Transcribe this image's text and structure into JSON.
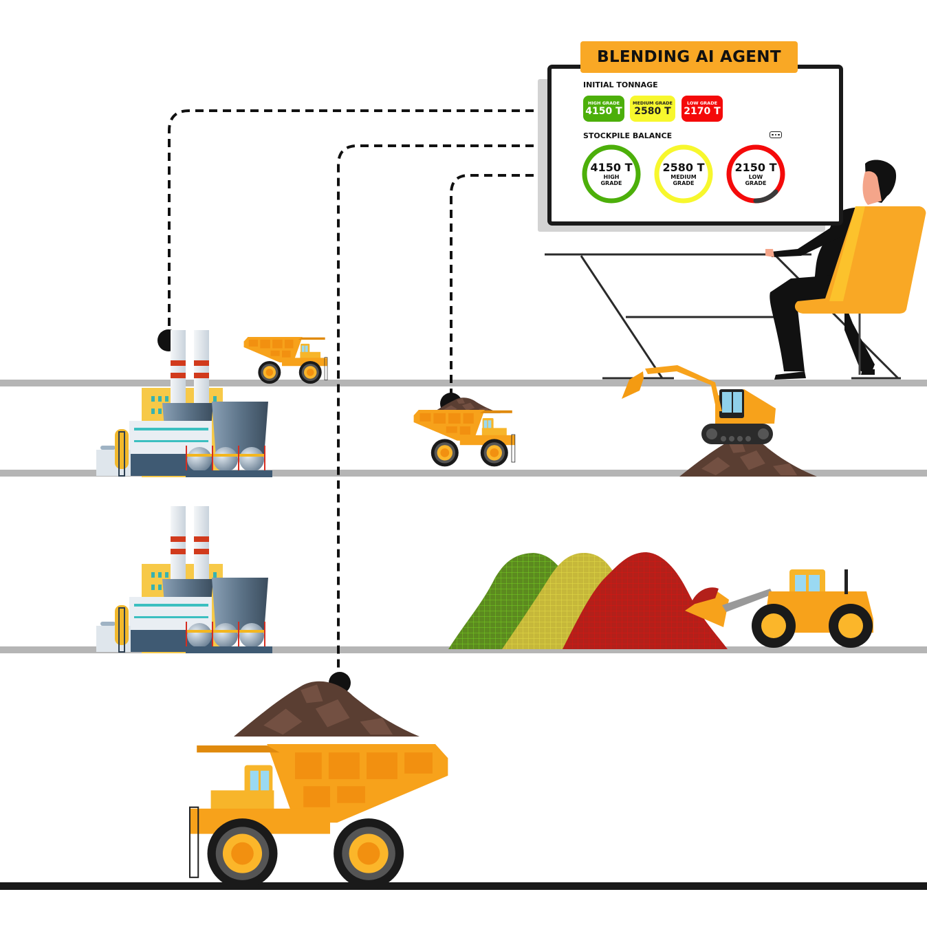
{
  "dashboard": {
    "title": "BLENDING AI AGENT",
    "initial_tonnage": {
      "label": "INITIAL TONNAGE",
      "pills": [
        {
          "grade": "HIGH GRADE",
          "value": "4150 T",
          "bg": "#4caf0a",
          "fg": "#ffffff"
        },
        {
          "grade": "MEDIUM GRADE",
          "value": "2580 T",
          "bg": "#f7f72d",
          "fg": "#222222"
        },
        {
          "grade": "LOW GRADE",
          "value": "2170 T",
          "bg": "#f40a0a",
          "fg": "#ffffff"
        }
      ]
    },
    "stockpile_balance": {
      "label": "STOCKPILE BALANCE",
      "menu_icon": "ellipsis-icon",
      "rings": [
        {
          "value": "4150 T",
          "line1": "HIGH",
          "line2": "GRADE",
          "color": "#4caf0a"
        },
        {
          "value": "2580 T",
          "line1": "MEDIUM",
          "line2": "GRADE",
          "color": "#f7f72d"
        },
        {
          "value": "2150 T",
          "line1": "LOW",
          "line2": "GRADE",
          "color": "#f40a0a",
          "depleted_color": "#3a3a3a"
        }
      ]
    }
  },
  "scene": {
    "accent_yellow": "#f9a825",
    "ground_gray": "#b5b5b5",
    "ground_black": "#1a1a1a",
    "elements": [
      "operator-at-desk",
      "office-chair",
      "processing-plant-upper",
      "processing-plant-lower",
      "haul-truck-empty",
      "haul-truck-loaded-small",
      "excavator-on-ore-pile",
      "stockpile-high-grade",
      "stockpile-medium-grade",
      "stockpile-low-grade",
      "wheel-loader",
      "haul-truck-loaded-large"
    ],
    "connectors": [
      {
        "from": "dashboard",
        "to": "processing-plant-upper"
      },
      {
        "from": "dashboard",
        "to": "haul-truck-loaded-large"
      },
      {
        "from": "dashboard",
        "to": "haul-truck-loaded-small"
      }
    ]
  }
}
